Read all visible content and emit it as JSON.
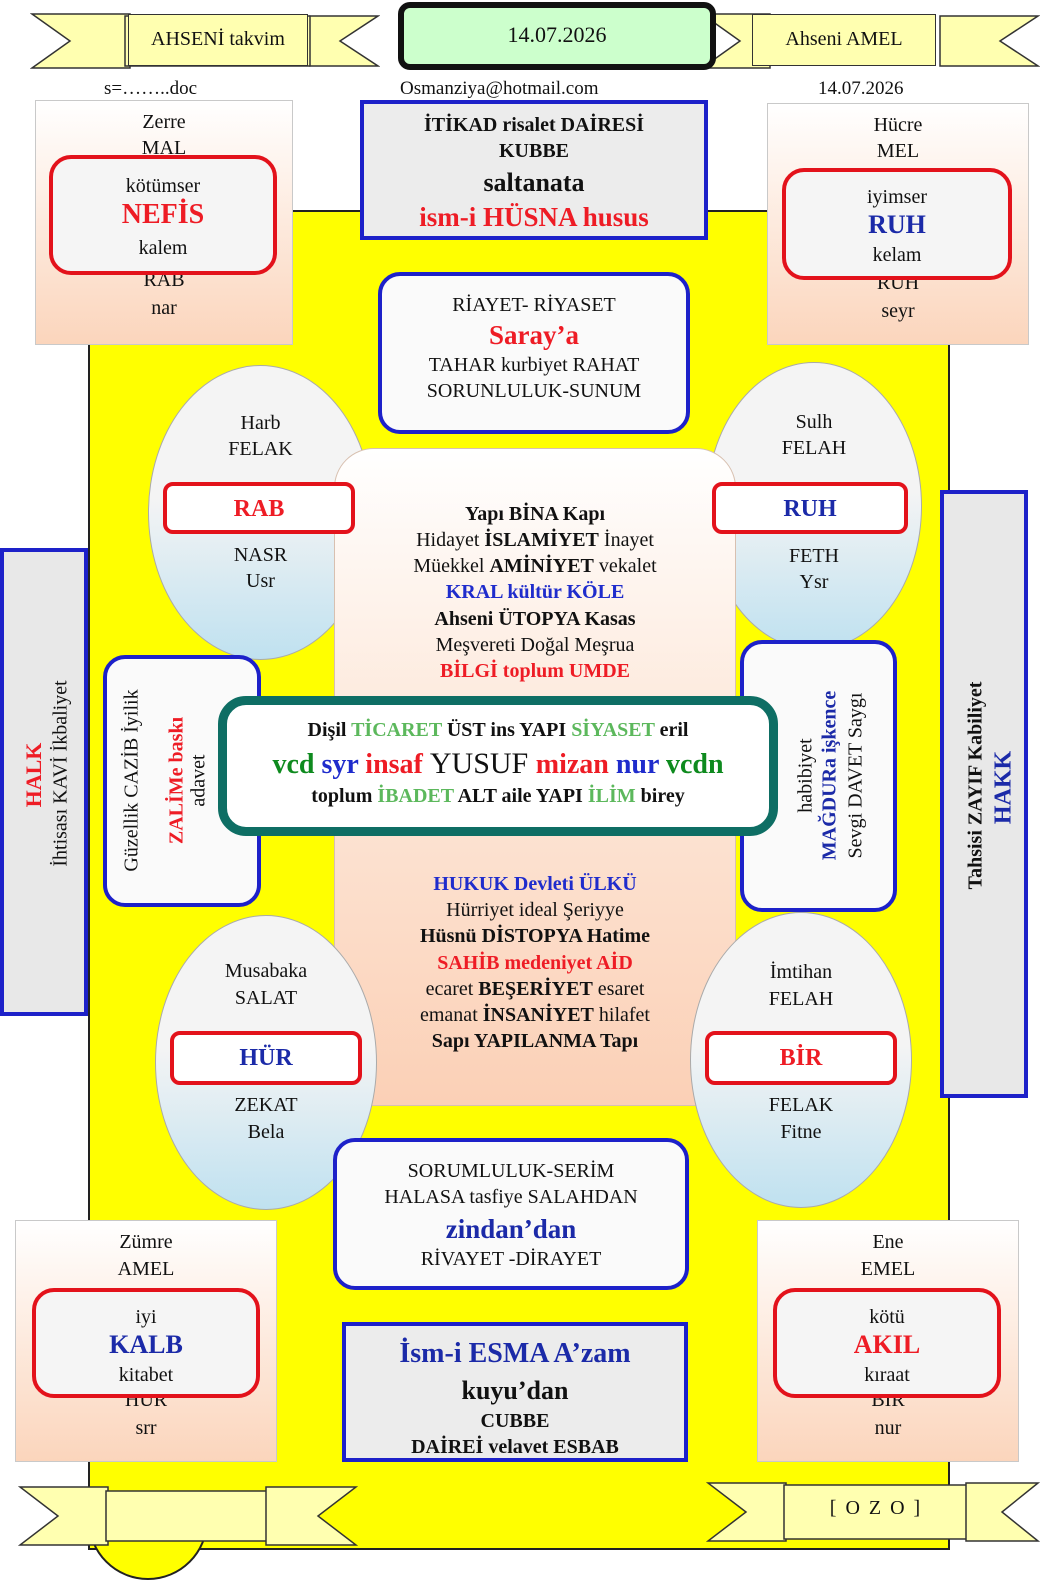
{
  "header": {
    "left_ribbon": "AHSENİ takvim",
    "date_box": "14.07.2026",
    "right_ribbon": "Ahseni AMEL",
    "file_note": "s=……..doc",
    "email": "Osmanziya@hotmail.com",
    "date_right": "14.07.2026"
  },
  "top_left_card": {
    "line1": "Zerre",
    "line2": "MAL",
    "inner1": "kötümser",
    "inner2": "NEFİS",
    "inner3": "kalem",
    "line3": "RAB",
    "line4": "nar"
  },
  "top_right_card": {
    "line1": "Hücre",
    "line2": "MEL",
    "inner1": "iyimser",
    "inner2": "RUH",
    "inner3": "kelam",
    "line3": "RUH",
    "line4": "seyr"
  },
  "top_center_box": {
    "line1": "İTİKAD  risalet DAİRESİ",
    "line2": "KUBBE",
    "line3": "saltanata",
    "line4": "ism-i HÜSNA husus"
  },
  "riyaset_box": {
    "line1": "RİAYET- RİYASET",
    "line2": "Saray’a",
    "line3": "TAHAR kurbiyet RAHAT",
    "line4": "SORUNLULUK-SUNUM"
  },
  "oval_tl": {
    "line1": "Harb",
    "line2": "FELAK",
    "pill": "RAB",
    "line3": "NASR",
    "line4": "Usr"
  },
  "oval_tr": {
    "line1": "Sulh",
    "line2": "FELAH",
    "pill": "RUH",
    "line3": "FETH",
    "line4": "Ysr"
  },
  "oval_bl": {
    "line1": "Musabaka",
    "line2": "SALAT",
    "pill": "HÜR",
    "line3": "ZEKAT",
    "line4": "Bela"
  },
  "oval_br": {
    "line1": "İmtihan",
    "line2": "FELAH",
    "pill": "BİR",
    "line3": "FELAK",
    "line4": "Fitne"
  },
  "center_top": {
    "l1": "Yapı BİNA Kapı",
    "l2a": "Hidayet ",
    "l2b": "İSLAMİYET",
    "l2c": " İnayet",
    "l3a": "Müekkel ",
    "l3b": "AMİNİYET",
    "l3c": " vekalet",
    "l4": "KRAL kültür KÖLE",
    "l5": "Ahseni ÜTOPYA Kasas",
    "l6": "Meşvereti Doğal Meşrua",
    "l7": "BİLGİ toplum UMDE"
  },
  "center_mid": {
    "r1a": "Dişil ",
    "r1b": "TİCARET",
    "r1c": "  ÜST  ins YAPI   ",
    "r1d": "SİYASET",
    "r1e": " eril",
    "r2a": "vcd ",
    "r2b": "syr ",
    "r2c": "insaf ",
    "r2d": "YUSUF ",
    "r2e": "mizan ",
    "r2f": "nur ",
    "r2g": "vcdn",
    "r3a": "toplum ",
    "r3b": "İBADET",
    "r3c": "   ALT aile YAPI  ",
    "r3d": "İLİM",
    "r3e": " birey"
  },
  "center_bottom": {
    "l1": "HUKUK Devleti ÜLKÜ",
    "l2": "Hürriyet ideal Şeriyye",
    "l3": "Hüsnü DİSTOPYA Hatime",
    "l4": "SAHİB medeniyet AİD",
    "l5a": "ecaret ",
    "l5b": "BEŞERİYET",
    "l5c": " esaret",
    "l6a": "emanat ",
    "l6b": "İNSANİYET",
    "l6c": " hilafet",
    "l7": "Sapı YAPILANMA Tapı"
  },
  "left_side_box": {
    "c1": "Güzellik CAZİB İyilik",
    "c2": "ZALİMe baskı",
    "c3": "adavet"
  },
  "right_side_box": {
    "c1": "habibiyet",
    "c2": "MAĞDURa işkence",
    "c3": "Sevgi DAVET Saygı"
  },
  "far_left": {
    "c1": "HALK",
    "c2": "İhtisası  KAVİ  İkbaliyet"
  },
  "far_right": {
    "c1": "Tahsisi ZAYIF Kabiliyet",
    "c2": "HAKK"
  },
  "zindan_box": {
    "line1": "SORUMLULUK-SERİM",
    "line2": "HALASA tasfiye SALAHDAN",
    "line3": "zindan’dan",
    "line4": "RİVAYET -DİRAYET"
  },
  "bottom_left_card": {
    "line1": "Zümre",
    "line2": "AMEL",
    "inner1": "iyi",
    "inner2": "KALB",
    "inner3": "kitabet",
    "line3": "HUR",
    "line4": "srr"
  },
  "bottom_right_card": {
    "line1": "Ene",
    "line2": "EMEL",
    "inner1": "kötü",
    "inner2": "AKIL",
    "inner3": "kıraat",
    "line3": "BİR",
    "line4": "nur"
  },
  "bottom_center_box": {
    "line1": "İsm-i ESMA A’zam",
    "line2": "kuyu’dan",
    "line3": "CUBBE",
    "line4": "DAİREİ velavet ESBAB"
  },
  "footer": {
    "ozo": "[ O Z O ]"
  },
  "colors": {
    "yellow": "#ffff00",
    "red": "#ee1c25",
    "blue": "#1f2ccc",
    "teal": "#0e6e64",
    "peach": "#fbd5bc"
  }
}
